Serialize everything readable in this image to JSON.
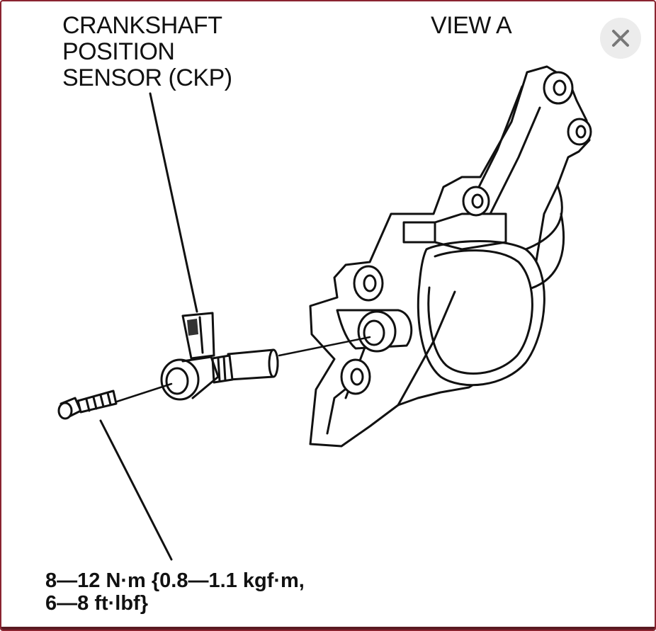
{
  "diagram": {
    "sensor_label_lines": [
      "CRANKSHAFT",
      "POSITION",
      "SENSOR (CKP)"
    ],
    "view_label": "VIEW A",
    "torque_label_lines": [
      "8—12 N·m {0.8—1.1 kgf·m,",
      "6—8 ft·lbf}"
    ]
  },
  "controls": {
    "close_icon": "close-icon"
  },
  "colors": {
    "frame_border": "#8a2430",
    "ink": "#111111",
    "close_button_bg": "#ececec",
    "close_icon": "#777777"
  }
}
